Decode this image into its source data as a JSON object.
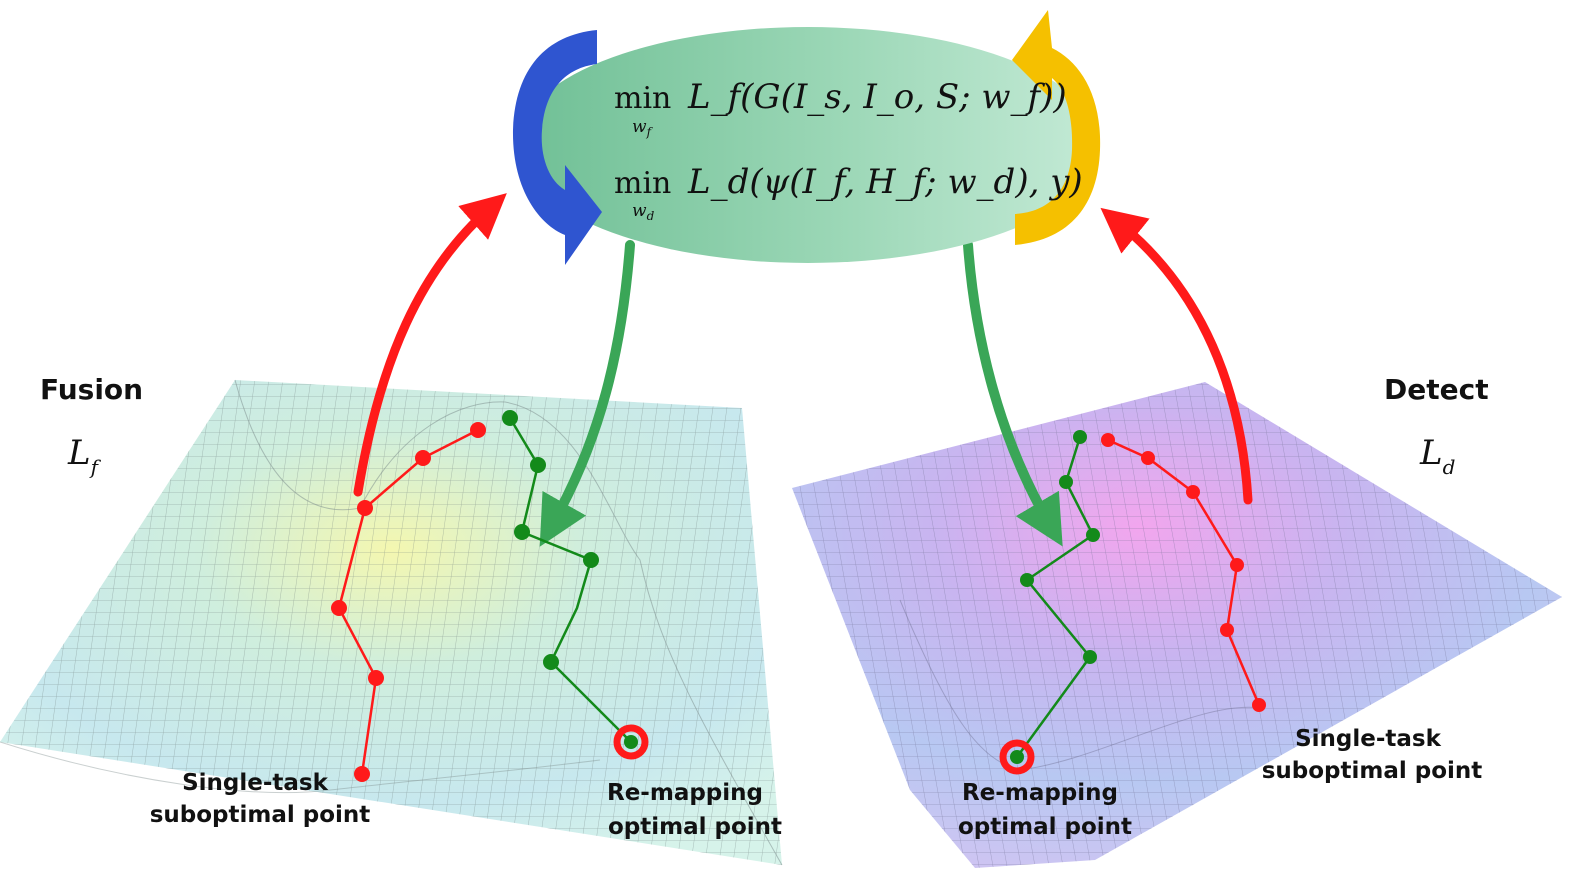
{
  "left_panel": {
    "title": "Fusion",
    "loss_symbol": "L",
    "loss_subscript": "f",
    "suboptimal_label": [
      "Single-task",
      "suboptimal point"
    ],
    "optimal_label": [
      "Re-mapping",
      "optimal point"
    ]
  },
  "right_panel": {
    "title": "Detect",
    "loss_symbol": "L",
    "loss_subscript": "d",
    "suboptimal_label": [
      "Single-task",
      "suboptimal point"
    ],
    "optimal_label": [
      "Re-mapping",
      "optimal point"
    ]
  },
  "objective": {
    "line1": {
      "min": "min",
      "sub": "w",
      "subsub": "f",
      "expr": "L_f(G(I_s, I_o, S; w_f))"
    },
    "line2": {
      "min": "min",
      "sub": "w",
      "subsub": "d",
      "expr": "L_d(ψ(I_f, H_f; w_d), y)"
    }
  },
  "colors": {
    "ellipse_left": "#7fc8a0",
    "ellipse_right": "#b6e3cc",
    "left_cycle_arrow": "#2f55d0",
    "right_cycle_arrow": "#f5c000",
    "red_path": "#ff1a1a",
    "green_path": "#138a1a",
    "down_arrow": "#3aa657",
    "fusion_surface": "#bfeee0",
    "detect_surface": "#c7b8f0"
  }
}
